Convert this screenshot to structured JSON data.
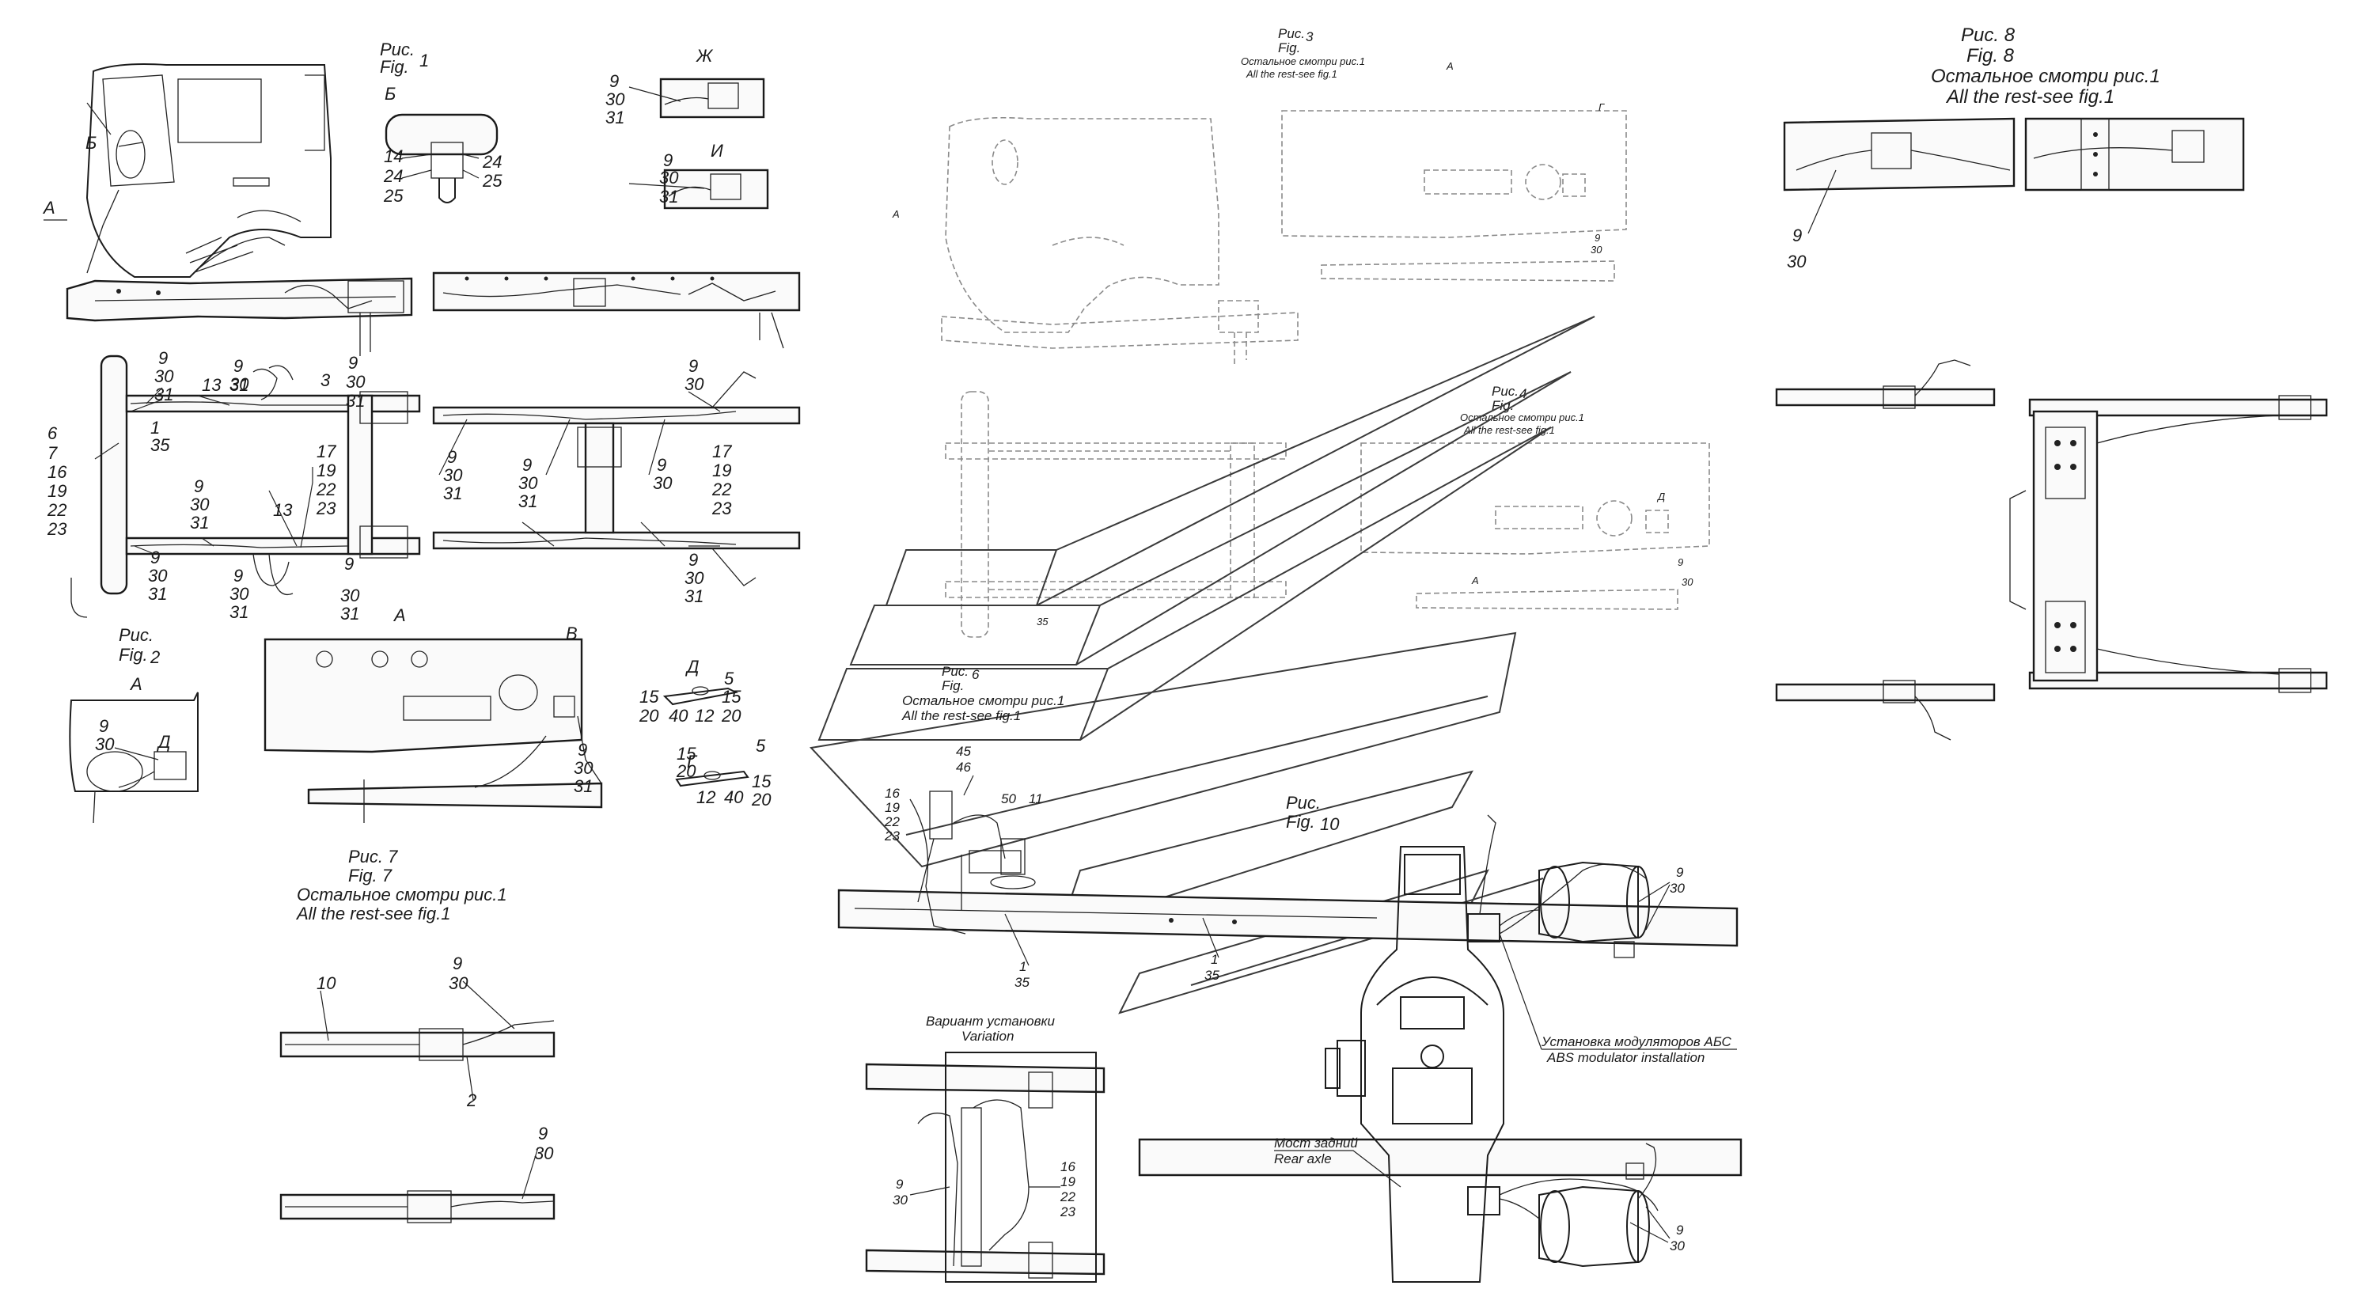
{
  "figures": {
    "fig1": {
      "title_ru": "Рис.",
      "title_en": "Fig.",
      "number": "1"
    },
    "fig2": {
      "title_ru": "Рис.",
      "title_en": "Fig.",
      "number": "2"
    },
    "fig3": {
      "title_ru": "Рис.",
      "title_en": "Fig.",
      "number": "3",
      "note_ru": "Остальное смотри рис.1",
      "note_en": "All the rest-see fig.1"
    },
    "fig4": {
      "title_ru": "Рис.",
      "title_en": "Fig.",
      "number": "4",
      "note_ru": "Остальное смотри рис.1",
      "note_en": "All the rest-see fig.1"
    },
    "fig6": {
      "title_ru": "Рис.",
      "title_en": "Fig.",
      "number": "6",
      "note_ru": "Остальное смотри рис.1",
      "note_en": "All the rest-see fig.1"
    },
    "fig7": {
      "title_ru": "Рис. 7",
      "title_en": "Fig. 7",
      "note_ru": "Остальное смотри рис.1",
      "note_en": "All the rest-see fig.1"
    },
    "fig8": {
      "title_ru": "Рис. 8",
      "title_en": "Fig. 8",
      "note_ru": "Остальное смотри рис.1",
      "note_en": "All the rest-see fig.1"
    },
    "fig10": {
      "title_ru": "Рис.",
      "title_en": "Fig.",
      "number": "10"
    }
  },
  "views": {
    "a": "А",
    "b": "Б",
    "v": "В",
    "g": "Г",
    "d": "Д",
    "zh": "Ж",
    "i": "И"
  },
  "captions": {
    "variation_ru": "Вариант установки",
    "variation_en": "Variation",
    "abs_ru": "Установка модуляторов АБС",
    "abs_en": "ABS modulator installation",
    "rear_axle_ru": "Мост задний",
    "rear_axle_en": "Rear axle"
  },
  "callouts": {
    "n1": "1",
    "n2": "2",
    "n3": "3",
    "n5": "5",
    "n6": "6",
    "n7": "7",
    "n9": "9",
    "n10": "10",
    "n11": "11",
    "n12": "12",
    "n13": "13",
    "n14": "14",
    "n15": "15",
    "n16": "16",
    "n17": "17",
    "n19": "19",
    "n20": "20",
    "n22": "22",
    "n23": "23",
    "n24": "24",
    "n25": "25",
    "n30": "30",
    "n31": "31",
    "n35": "35",
    "n40": "40",
    "n45": "45",
    "n46": "46",
    "n50": "50"
  }
}
